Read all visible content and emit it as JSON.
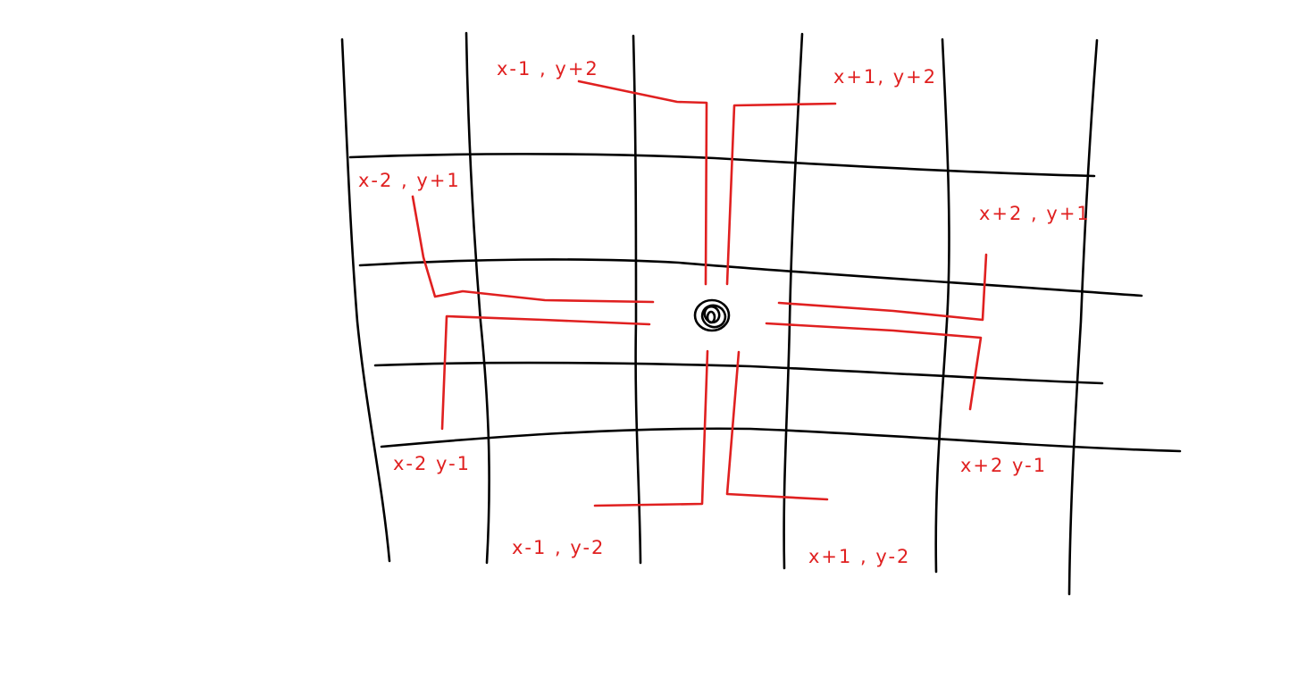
{
  "colors": {
    "grid": "#000000",
    "path": "#e02020",
    "label": "#e02020",
    "background": "#ffffff"
  },
  "center": {
    "symbol": "knight-position-scribble"
  },
  "labels": {
    "up_left": "x-1 , y+2",
    "up_right": "x+1, y+2",
    "left_up": "x-2 , y+1",
    "right_up": "x+2 , y+1",
    "left_down": "x-2 y-1",
    "right_down": "x+2 y-1",
    "down_left": "x-1 , y-2",
    "down_right": "x+1 , y-2"
  }
}
